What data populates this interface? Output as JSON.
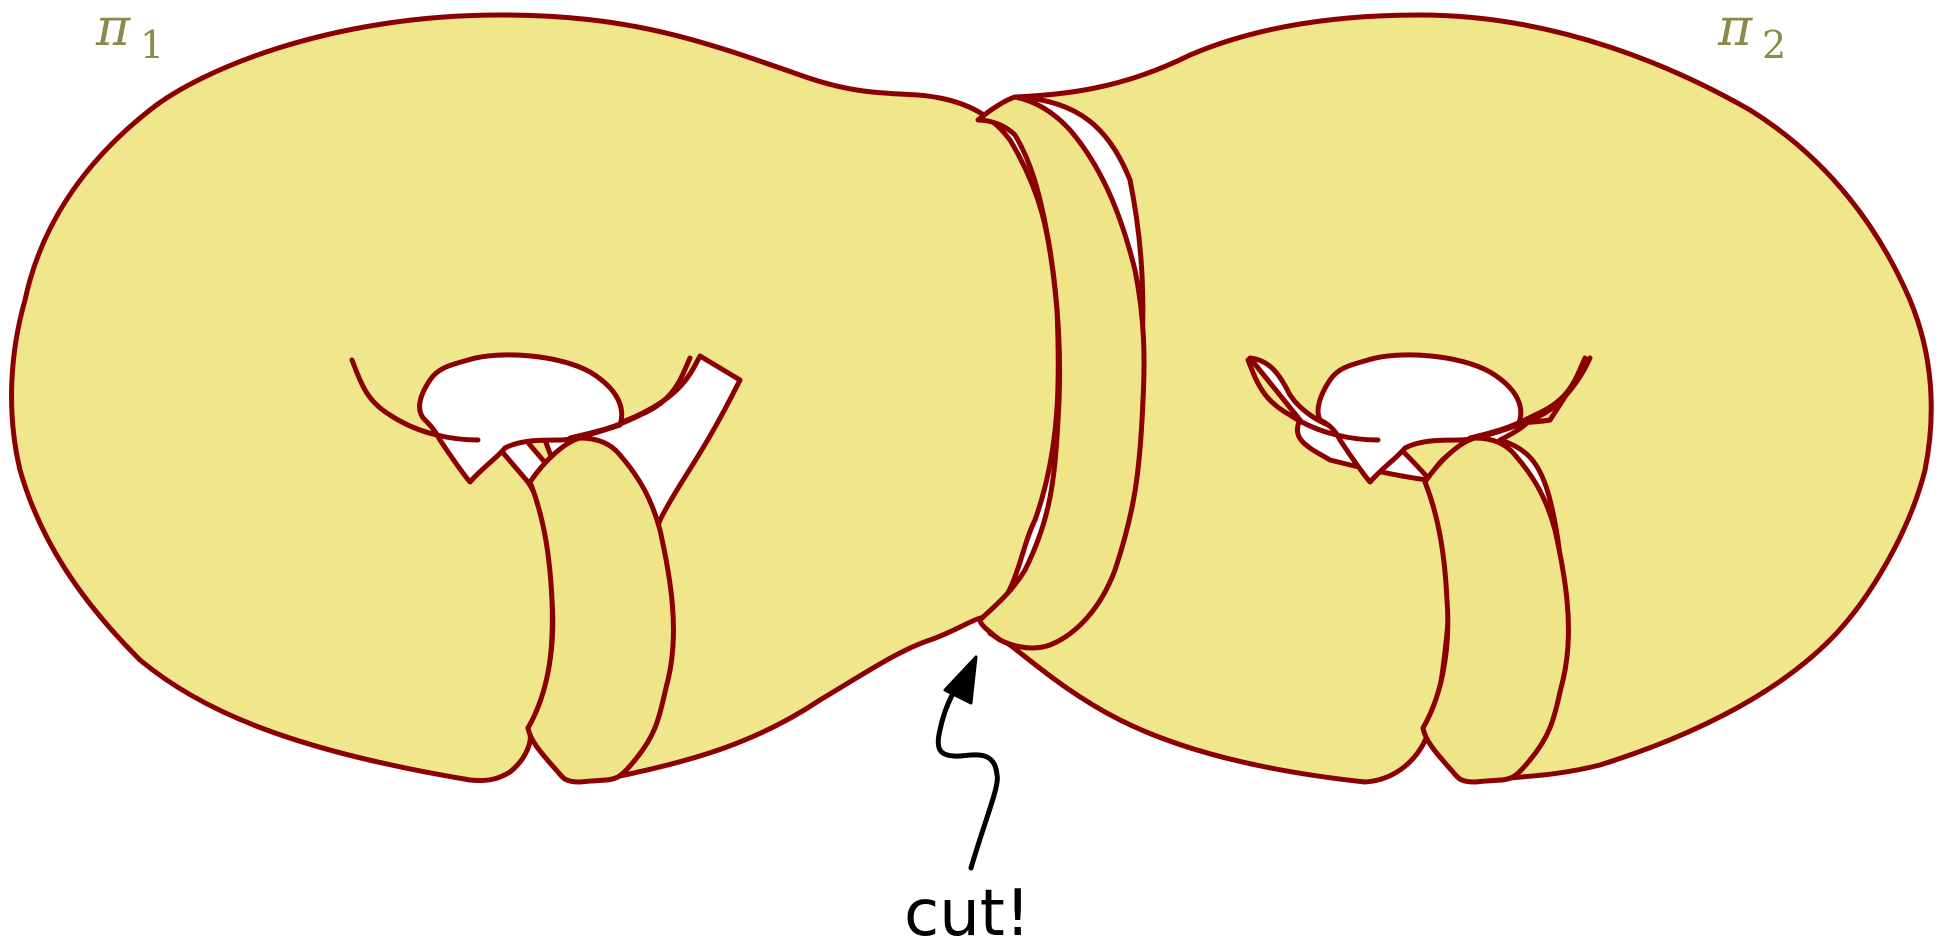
{
  "labels": {
    "left_symbol": "π",
    "left_index": "1",
    "right_symbol": "π",
    "right_index": "2",
    "cut_text": "cut!"
  },
  "colors": {
    "surface_fill": "#f0e68c",
    "outline": "#8b0000",
    "label_color": "#8a8a4a",
    "arrow": "#000000"
  }
}
